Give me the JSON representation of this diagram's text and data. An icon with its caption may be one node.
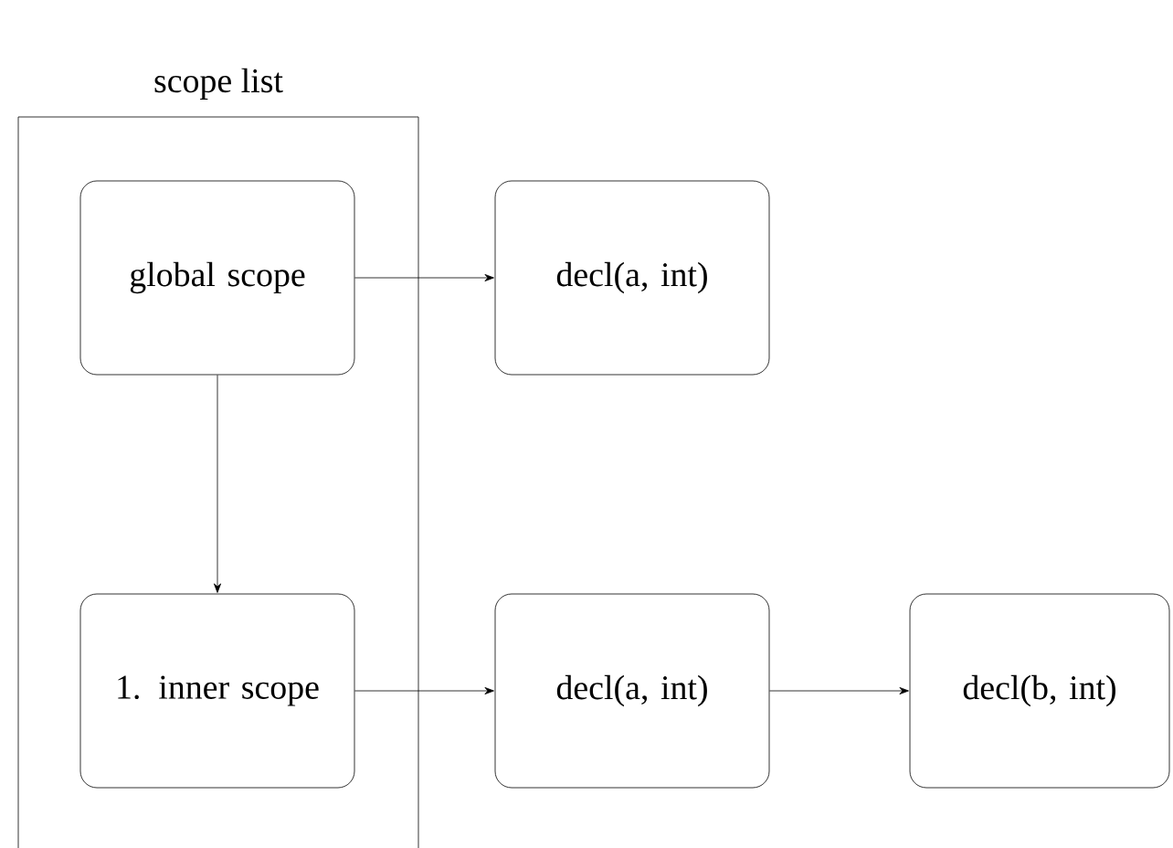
{
  "diagram": {
    "nodes": [
      {
        "text": [
          "scope list"
        ]
      },
      {
        "text": [
          "global scope"
        ],
        "in": 0
      },
      {
        "text": [
          "decl(a, int)"
        ]
      },
      {
        "text": [
          "1. inner scope"
        ],
        "in": 0
      },
      {
        "text": [
          "decl(a, int)"
        ]
      },
      {
        "text": [
          "decl(b, int)"
        ]
      }
    ],
    "edges": [
      {
        "from": 1,
        "to": 2,
        "arrow": "to"
      },
      {
        "from": 1,
        "to": 3,
        "arrow": "to"
      },
      {
        "from": 3,
        "to": 4,
        "arrow": "to"
      },
      {
        "from": 4,
        "to": 5,
        "arrow": "to"
      }
    ]
  }
}
